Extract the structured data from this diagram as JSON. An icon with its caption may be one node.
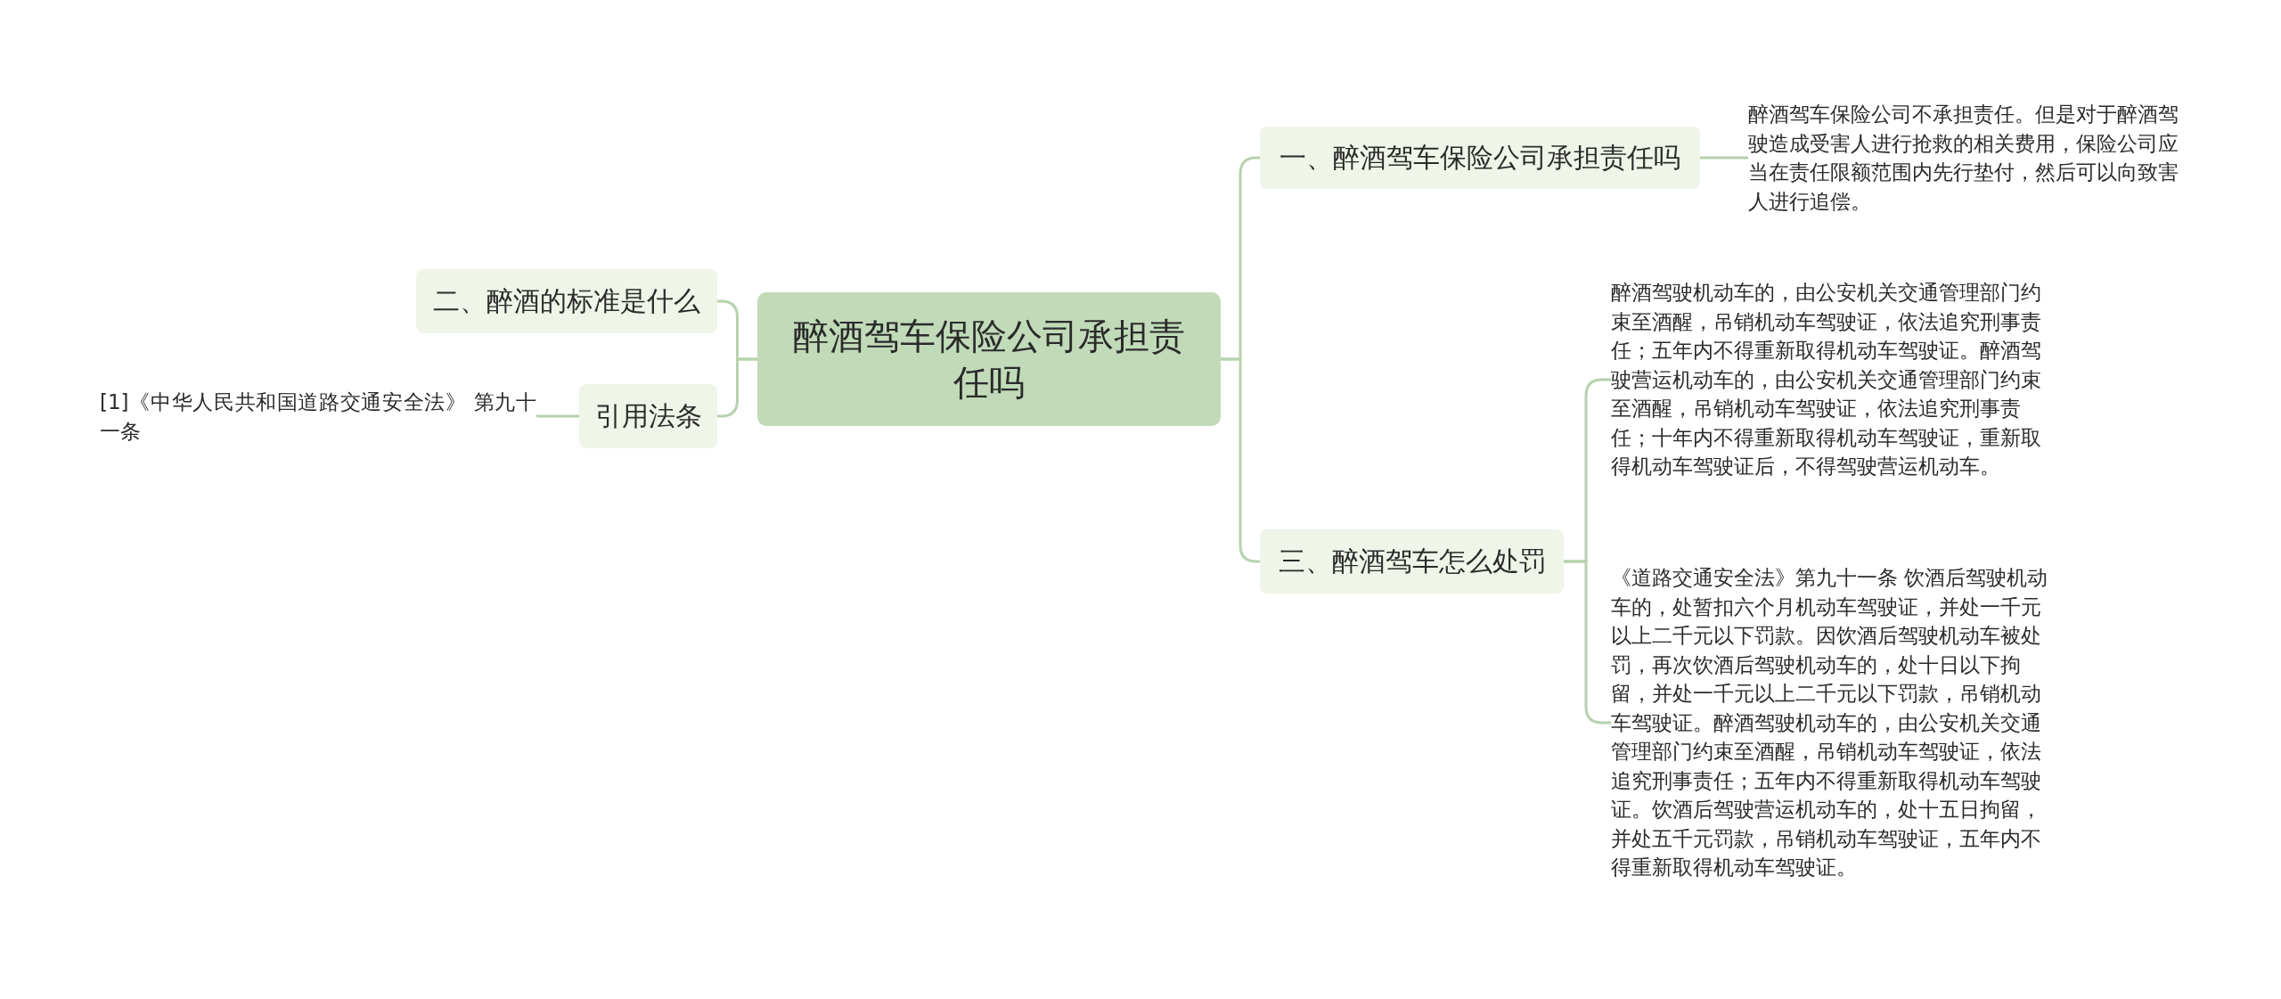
{
  "diagram": {
    "nodes": [
      {
        "text": [
          "醉酒驾车保险公司承担责任吗"
        ]
      },
      {
        "text": [
          "一、醉酒驾车保险公司承担责任吗"
        ]
      },
      {
        "text": [
          "醉酒驾车保险公司不承担责任。但是对于醉酒驾驶造成受害人进行抢救的相关费用，保险公司应当在责任限额范围内先行垫付，然后可以向致害人进行追偿。"
        ]
      },
      {
        "text": [
          "二、醉酒的标准是什么"
        ]
      },
      {
        "text": [
          "引用法条"
        ]
      },
      {
        "text": [
          "[1]《中华人民共和国道路交通安全法》 第九十一条"
        ]
      },
      {
        "text": [
          "三、醉酒驾车怎么处罚"
        ]
      },
      {
        "text": [
          "醉酒驾驶机动车的，由公安机关交通管理部门约束至酒醒，吊销机动车驾驶证，依法追究刑事责任；五年内不得重新取得机动车驾驶证。醉酒驾驶营运机动车的，由公安机关交通管理部门约束至酒醒，吊销机动车驾驶证，依法追究刑事责任；十年内不得重新取得机动车驾驶证，重新取得机动车驾驶证后，不得驾驶营运机动车。"
        ]
      },
      {
        "text": [
          "《道路交通安全法》第九十一条 饮酒后驾驶机动车的，处暂扣六个月机动车驾驶证，并处一千元以上二千元以下罚款。因饮酒后驾驶机动车被处罚，再次饮酒后驾驶机动车的，处十日以下拘留，并处一千元以上二千元以下罚款，吊销机动车驾驶证。醉酒驾驶机动车的，由公安机关交通管理部门约束至酒醒，吊销机动车驾驶证，依法追究刑事责任；五年内不得重新取得机动车驾驶证。饮酒后驾驶营运机动车的，处十五日拘留，并处五千元罚款，吊销机动车驾驶证，五年内不得重新取得机动车驾驶证。"
        ]
      }
    ],
    "edges": [
      {
        "from": 0,
        "to": 1,
        "arrow": "none"
      },
      {
        "from": 1,
        "to": 2,
        "arrow": "none"
      },
      {
        "from": 0,
        "to": 3,
        "arrow": "none"
      },
      {
        "from": 0,
        "to": 4,
        "arrow": "none"
      },
      {
        "from": 4,
        "to": 5,
        "arrow": "none"
      },
      {
        "from": 0,
        "to": 6,
        "arrow": "none"
      },
      {
        "from": 6,
        "to": 7,
        "arrow": "none"
      },
      {
        "from": 6,
        "to": 8,
        "arrow": "none"
      }
    ]
  }
}
